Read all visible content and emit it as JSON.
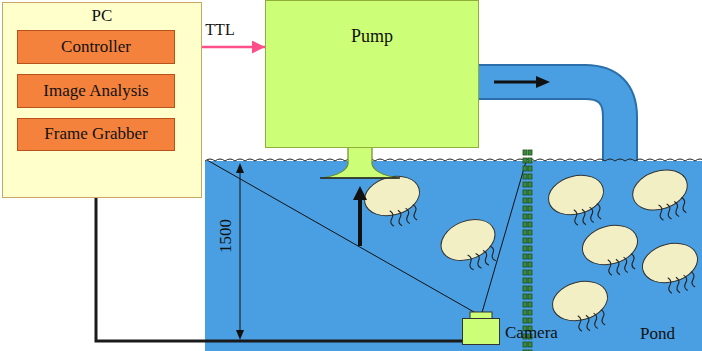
{
  "diagram": {
    "nodes": [
      {
        "text": [
          "PC"
        ]
      },
      {
        "text": [
          "Controller"
        ],
        "in": 0
      },
      {
        "text": [
          "Image Analysis"
        ],
        "in": 0
      },
      {
        "text": [
          "Frame Grabber"
        ],
        "in": 0
      },
      {
        "text": [
          "Pump"
        ]
      },
      {
        "text": [
          "Camera"
        ]
      }
    ],
    "edges": [
      {
        "from": 3,
        "to": 2,
        "arrow": "to"
      },
      {
        "from": 2,
        "to": 1,
        "arrow": "to"
      },
      {
        "from": 1,
        "to": 4,
        "label": "TTL",
        "arrow": "to"
      },
      {
        "from": 5,
        "to": 3,
        "arrow": "none"
      }
    ],
    "labels": [
      "1500",
      "Pond"
    ]
  }
}
